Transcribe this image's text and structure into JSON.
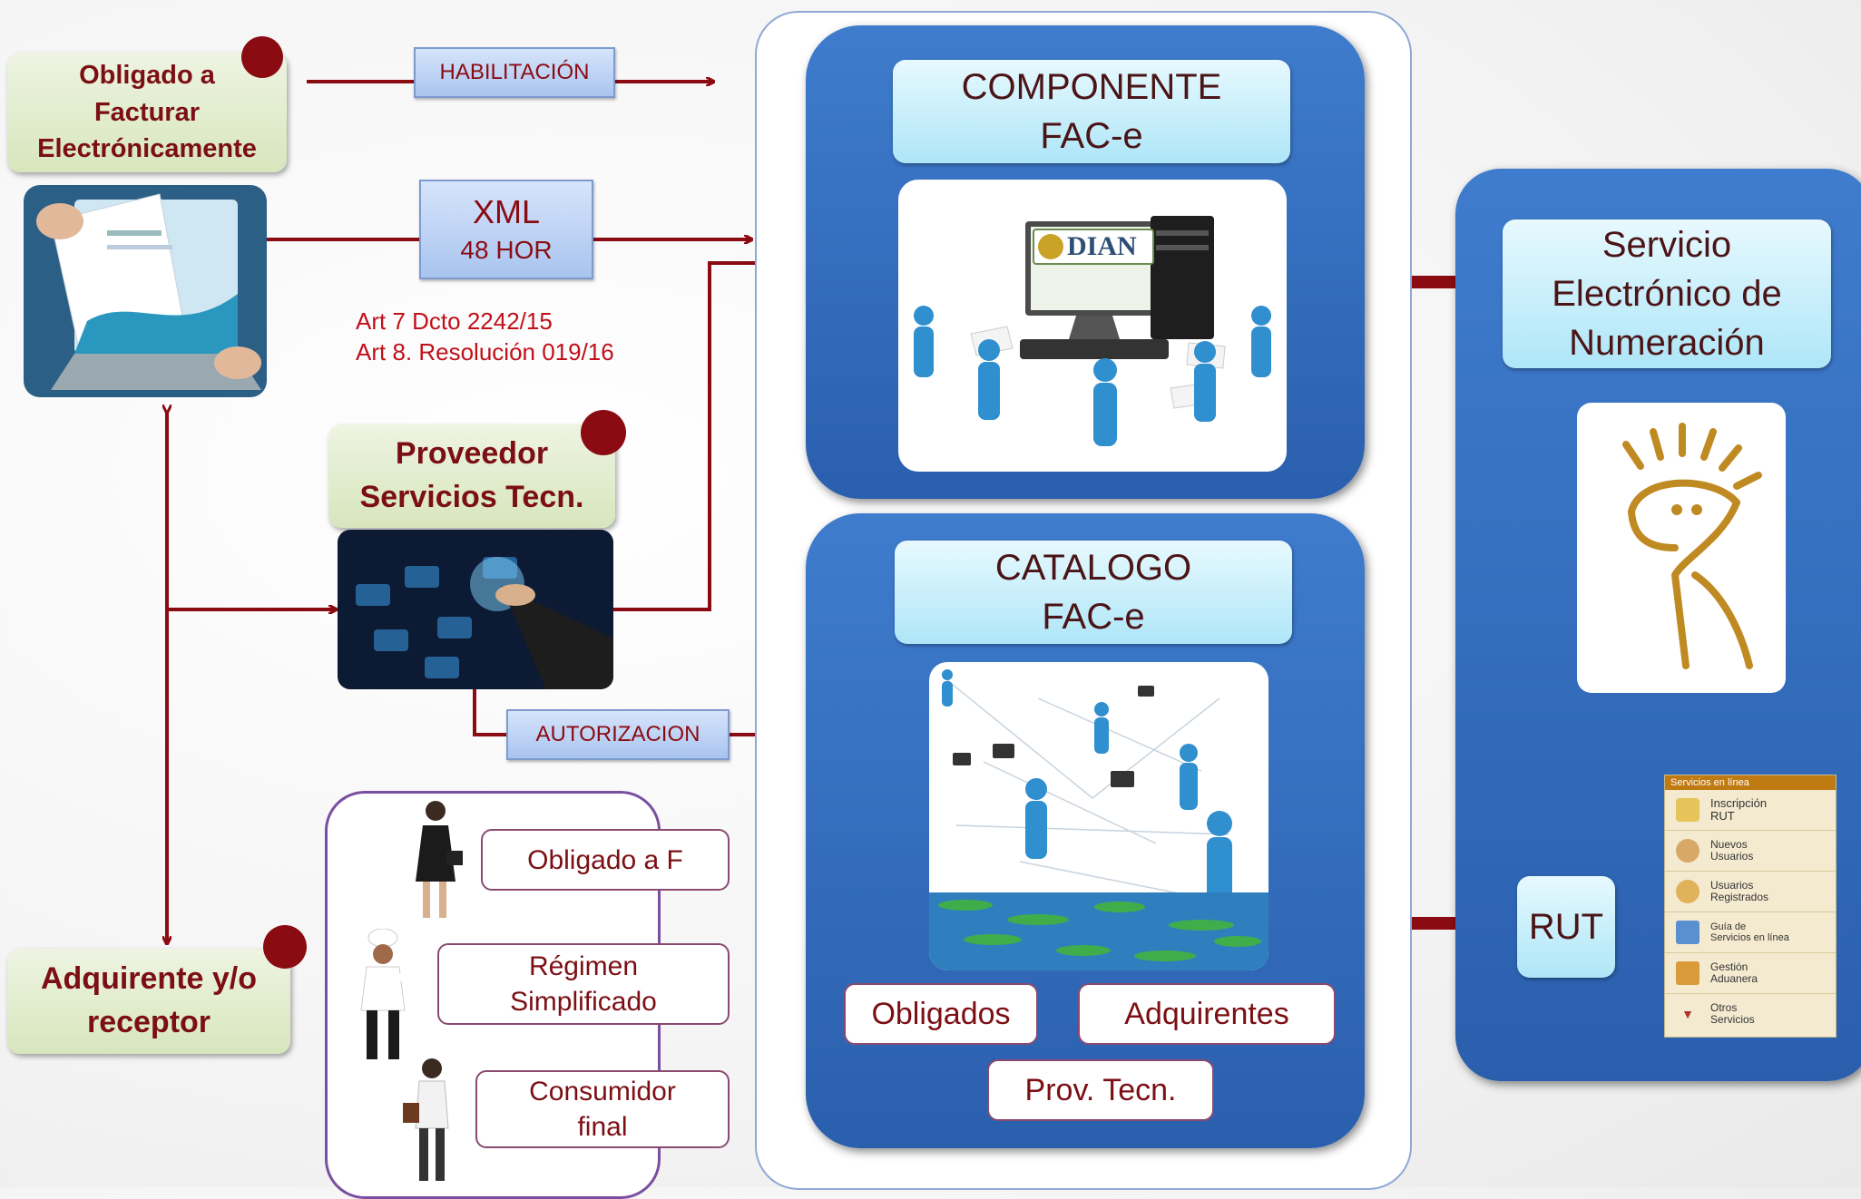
{
  "actors": {
    "obligado": "Obligado a\nFacturar\nElectrónicamente",
    "proveedor": "Proveedor\nServicios Tecn.",
    "adquirente": "Adquirente y/o\nreceptor"
  },
  "labels": {
    "habilitacion": "HABILITACIÓN",
    "xml_line1": "XML",
    "xml_line2": "48 HOR",
    "legal_line1": "Art 7 Dcto 2242/15",
    "legal_line2": "Art 8. Resolución 019/16",
    "autorizacion": "AUTORIZACION"
  },
  "receptor_types": [
    "Obligado a F",
    "Régimen\nSimplificado",
    "Consumidor\nfinal"
  ],
  "componente": {
    "title": "COMPONENTE\nFAC-e",
    "logo_text": "DIAN"
  },
  "catalogo": {
    "title": "CATALOGO\nFAC-e",
    "items": [
      "Obligados",
      "Adquirentes",
      "Prov. Tecn."
    ]
  },
  "servicio": {
    "title": "Servicio\nElectrónico de\nNumeración",
    "rut": "RUT"
  },
  "rut_menu": {
    "header": "Servicios en línea",
    "items": [
      "Inscripción\nRUT",
      "Nuevos\nUsuarios",
      "Usuarios\nRegistrados",
      "Guía de\nServicios en línea",
      "Gestión\nAduanera",
      "Otros\nServicios"
    ]
  },
  "colors": {
    "arrow": "#8b0b12",
    "panel": "#3570c0",
    "accent_text": "#7b0f14"
  }
}
